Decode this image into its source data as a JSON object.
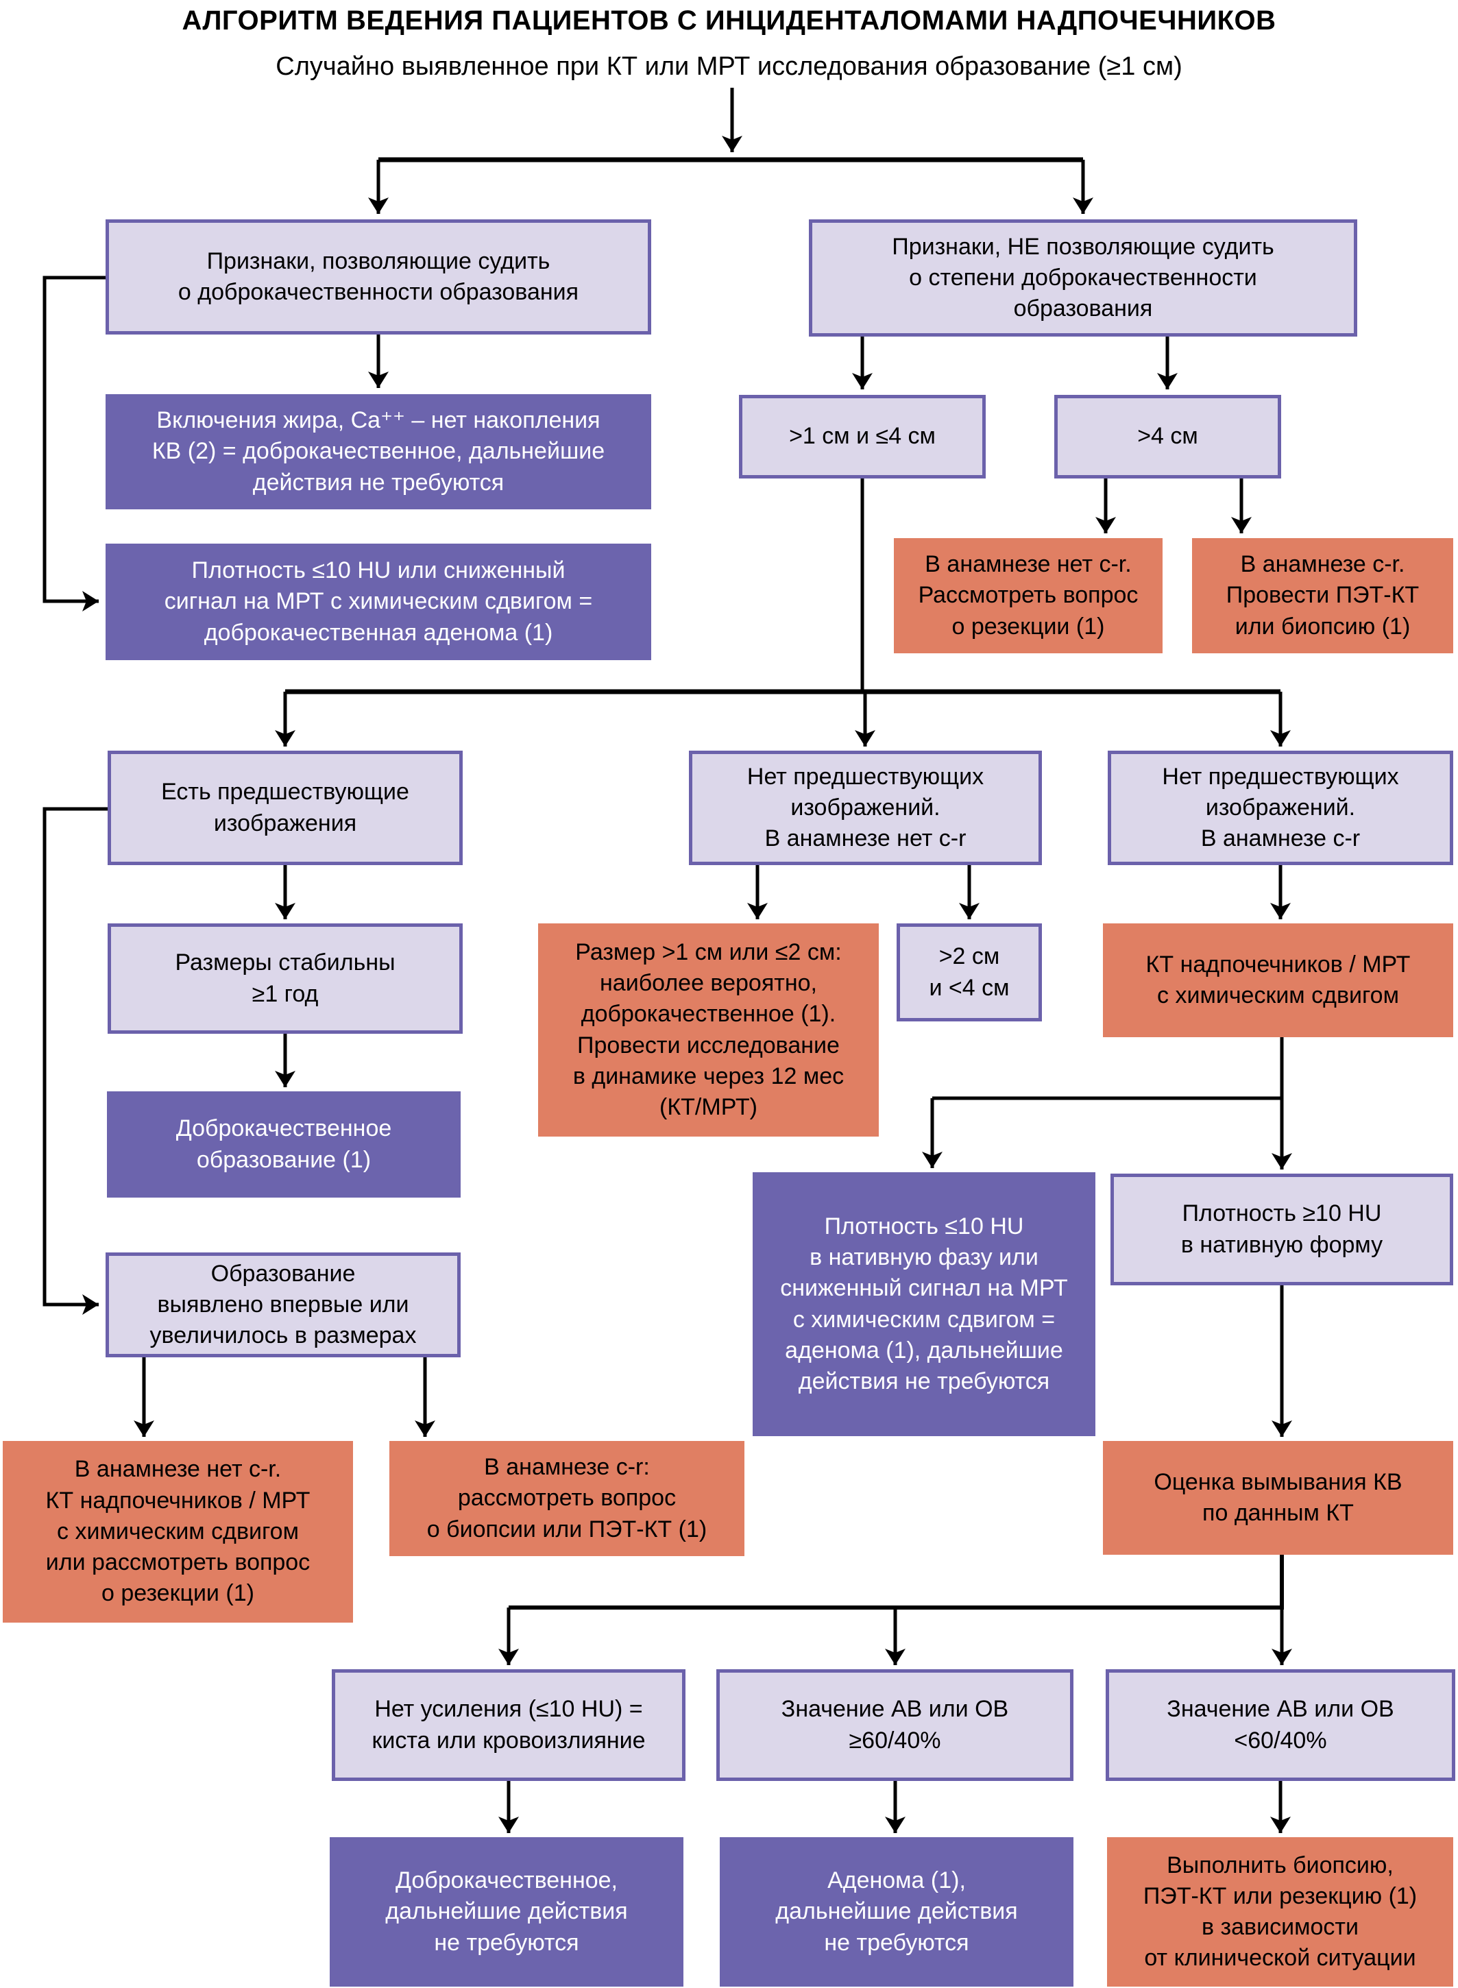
{
  "page": {
    "title": "АЛГОРИТМ ВЕДЕНИЯ ПАЦИЕНТОВ С ИНЦИДЕНТАЛОМАМИ НАДПОЧЕЧНИКОВ",
    "subtitle": "Случайно выявленное при КТ или МРТ исследования образование (≥1 см)"
  },
  "palette": {
    "lavender_fill": "#dcd7ea",
    "lavender_border": "#6b61ab",
    "purple_fill": "#6c64ad",
    "salmon_fill": "#e07f63",
    "line_color": "#000000",
    "background": "#ffffff"
  },
  "nodes": {
    "boxA": {
      "kind": "lavender",
      "text": "Признаки, позволяющие судить\nо доброкачественности образования"
    },
    "boxB": {
      "kind": "lavender",
      "text": "Признаки, НЕ позволяющие судить\nо степени доброкачественности\nобразования"
    },
    "purple1": {
      "kind": "purple",
      "text": "Включения жира, Ca⁺⁺ – нет накопления\nКВ (2) = доброкачественное, дальнейшие\nдействия не требуются"
    },
    "purple2": {
      "kind": "purple",
      "text": "Плотность ≤10 HU или сниженный\nсигнал на МРТ с химическим сдвигом =\nдоброкачественная аденома (1)"
    },
    "size14": {
      "kind": "lavender",
      "text": ">1 см и ≤4 см"
    },
    "size4": {
      "kind": "lavender",
      "text": ">4 см"
    },
    "salmonNoCr": {
      "kind": "salmon",
      "text": "В анамнезе нет c-r.\nРассмотреть вопрос\nо резекции (1)"
    },
    "salmonCr": {
      "kind": "salmon",
      "text": "В анамнезе c-r.\nПровести ПЭТ-КТ\nили биопсию (1)"
    },
    "prevYes": {
      "kind": "lavender",
      "text": "Есть предшествующие\nизображения"
    },
    "prevNoNoCr": {
      "kind": "lavender",
      "text": "Нет предшествующих\nизображений.\nВ анамнезе нет c-r"
    },
    "prevNoCr": {
      "kind": "lavender",
      "text": "Нет предшествующих\nизображений.\nВ анамнезе c-r"
    },
    "stable": {
      "kind": "lavender",
      "text": "Размеры стабильны\n≥1 год"
    },
    "benign1": {
      "kind": "purple",
      "text": "Доброкачественное\nобразование (1)"
    },
    "newLesion": {
      "kind": "lavender",
      "text": "Образование\nвыявлено впервые или\nувеличилось в размерах"
    },
    "sizeLikely": {
      "kind": "salmon",
      "text": "Размер >1 см или ≤2 см:\nнаиболее вероятно,\nдоброкачественное (1).\nПровести исследование\nв динамике через 12 мес\n(КТ/МРТ)"
    },
    "size24": {
      "kind": "lavender",
      "text": ">2 см\nи <4 см"
    },
    "ctAdrenal": {
      "kind": "salmon",
      "text": "КТ надпочечников / МРТ\nс химическим сдвигом"
    },
    "density10less": {
      "kind": "purple",
      "text": "Плотность ≤10 HU\nв нативную фазу или\nсниженный сигнал на МРТ\nс химическим сдвигом =\nаденома (1), дальнейшие\nдействия не требуются"
    },
    "density10more": {
      "kind": "lavender",
      "text": "Плотность ≥10 HU\nв нативную форму"
    },
    "bottomLeftSalmon": {
      "kind": "salmon",
      "text": "В анамнезе нет c-r.\nКТ надпочечников / МРТ\nс химическим сдвигом\nили рассмотреть вопрос\nо резекции (1)"
    },
    "bottomLeftSalmon2": {
      "kind": "salmon",
      "text": "В анамнезе c-r:\nрассмотреть вопрос\nо биопсии или ПЭТ-КТ (1)"
    },
    "washout": {
      "kind": "salmon",
      "text": "Оценка вымывания КВ\nпо данным КТ"
    },
    "noEnhance": {
      "kind": "lavender",
      "text": "Нет усиления (≤10 HU) =\nкиста или кровоизлияние"
    },
    "av60": {
      "kind": "lavender",
      "text": "Значение АВ или ОВ\n≥60/40%"
    },
    "av60less": {
      "kind": "lavender",
      "text": "Значение АВ или ОВ\n<60/40%"
    },
    "resultBenign": {
      "kind": "purple",
      "text": "Доброкачественное,\nдальнейшие действия\nне требуются"
    },
    "resultAdenoma": {
      "kind": "purple",
      "text": "Аденома (1),\nдальнейшие действия\nне требуются"
    },
    "resultBiopsy": {
      "kind": "salmon",
      "text": "Выполнить биопсию,\nПЭТ-КТ или резекцию (1)\nв зависимости\nот клинической ситуации"
    }
  }
}
